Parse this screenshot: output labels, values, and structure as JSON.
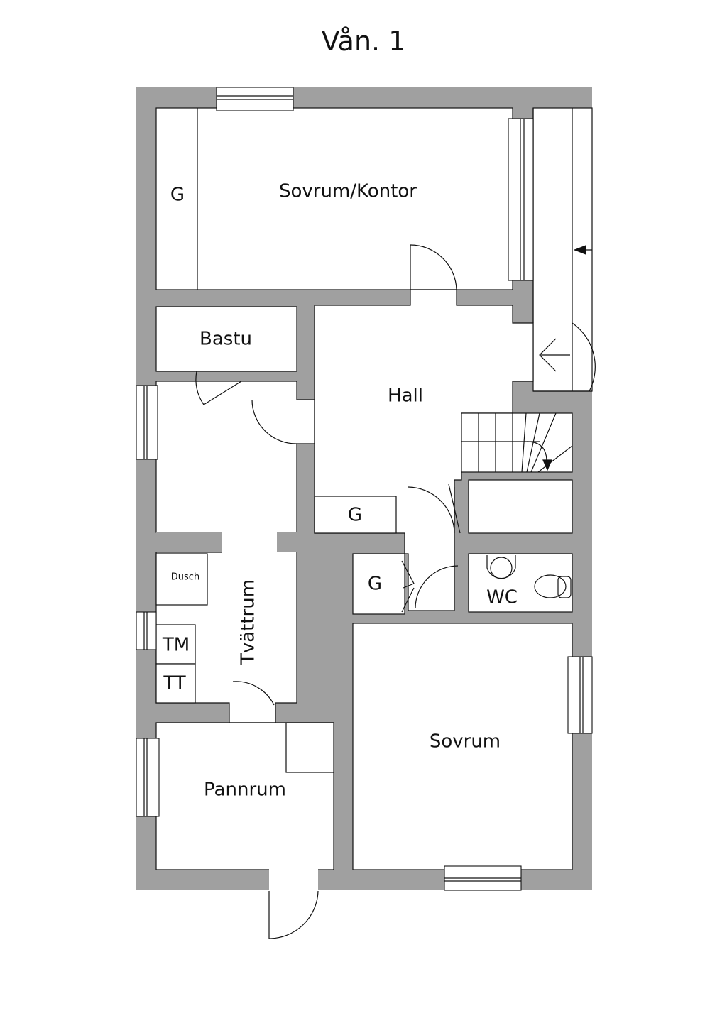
{
  "title": "Vån. 1",
  "colors": {
    "wall": "#a0a0a0",
    "line": "#111111",
    "floor": "#ffffff"
  },
  "rooms": {
    "sovrum_kontor": "Sovrum/Kontor",
    "g_top": "G",
    "bastu": "Bastu",
    "hall": "Hall",
    "g_hall": "G",
    "g_small": "G",
    "wc": "WC",
    "dusch": "Dusch",
    "tvattrum": "Tvättrum",
    "tm": "TM",
    "tt": "TT",
    "pannrum": "Pannrum",
    "sovrum": "Sovrum"
  }
}
